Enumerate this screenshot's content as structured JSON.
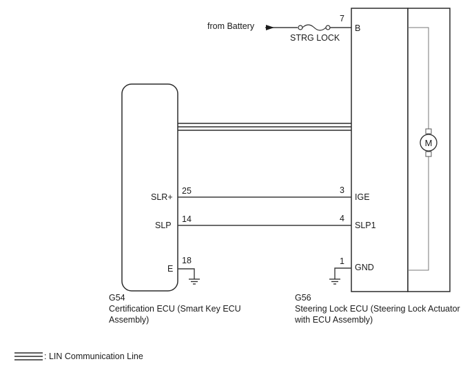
{
  "battery_label": "from Battery",
  "fuse_label": "STRG LOCK",
  "ecu_left": {
    "code": "G54",
    "name_line1": "Certification ECU (Smart Key ECU",
    "name_line2": "Assembly)",
    "pins": [
      {
        "name": "SLR+",
        "number": "25"
      },
      {
        "name": "SLP",
        "number": "14"
      },
      {
        "name": "E",
        "number": "18"
      }
    ]
  },
  "ecu_right": {
    "code": "G56",
    "name_line1": "Steering Lock ECU (Steering Lock Actuator",
    "name_line2": "with ECU Assembly)",
    "pins": [
      {
        "name": "B",
        "number": "7"
      },
      {
        "name": "IGE",
        "number": "3"
      },
      {
        "name": "SLP1",
        "number": "4"
      },
      {
        "name": "GND",
        "number": "1"
      }
    ],
    "motor_symbol": "M"
  },
  "legend": {
    "label": ": LIN Communication Line"
  }
}
